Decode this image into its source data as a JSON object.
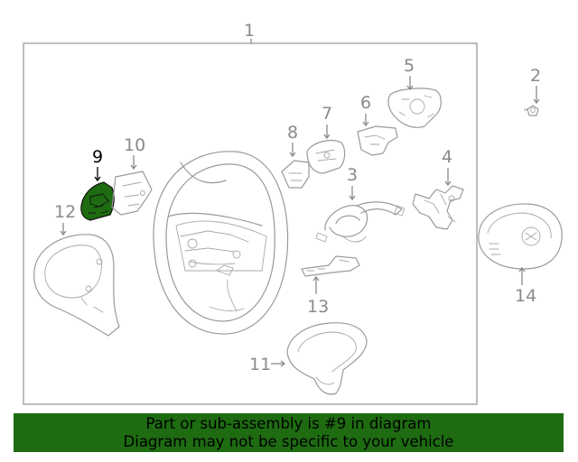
{
  "callouts": {
    "c1": "1",
    "c2": "2",
    "c3": "3",
    "c4": "4",
    "c5": "5",
    "c6": "6",
    "c7": "7",
    "c8": "8",
    "c9": "9",
    "c10": "10",
    "c11": "11",
    "c12": "12",
    "c13": "13",
    "c14": "14"
  },
  "highlight": {
    "part": "9",
    "color": "#1e6b12"
  },
  "banner": {
    "line1": "Part or sub-assembly is #9 in diagram",
    "line2": "Diagram may not be specific to your vehicle",
    "color": "#1e6b12"
  }
}
